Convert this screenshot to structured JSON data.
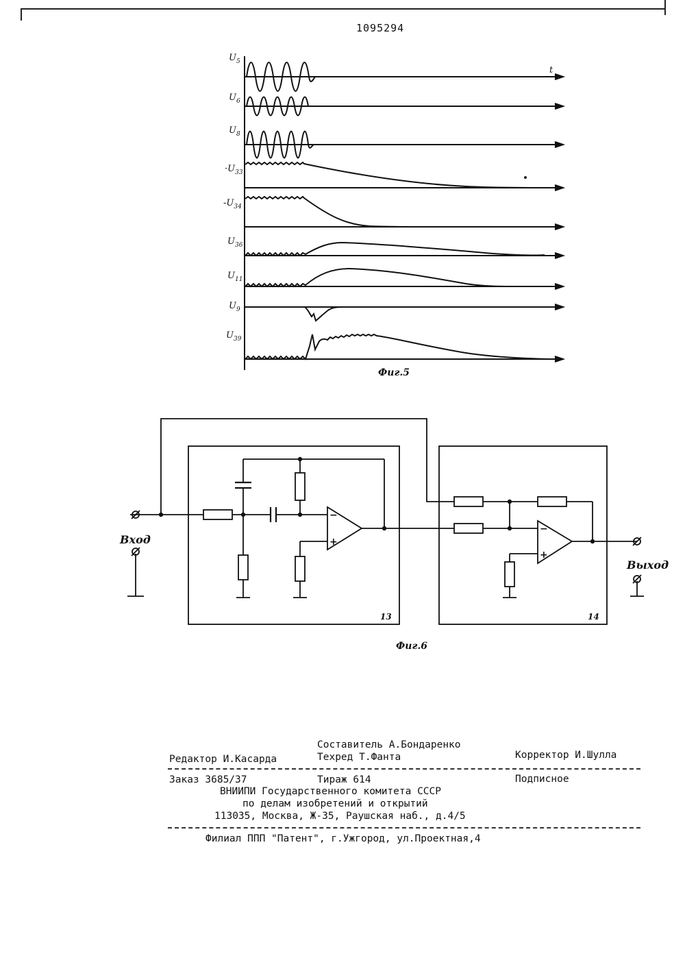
{
  "page": {
    "patent_number": "1095294"
  },
  "fig5": {
    "caption": "Фиг.5",
    "time_label": "t",
    "signals": [
      {
        "id": "U5",
        "name": "U",
        "sub": "5"
      },
      {
        "id": "U6",
        "name": "U",
        "sub": "6"
      },
      {
        "id": "U8",
        "name": "U",
        "sub": "8"
      },
      {
        "id": "U33",
        "name": "·U",
        "sub": "33"
      },
      {
        "id": "U34",
        "name": "-U",
        "sub": "34"
      },
      {
        "id": "U36",
        "name": "U",
        "sub": "36"
      },
      {
        "id": "U11",
        "name": "U",
        "sub": "11"
      },
      {
        "id": "U9",
        "name": "U",
        "sub": "9"
      },
      {
        "id": "U39",
        "name": "U",
        "sub": "39"
      }
    ]
  },
  "fig6": {
    "caption": "Фиг.6",
    "input_label": "Вход",
    "output_label": "Выход",
    "block_13": "13",
    "block_14": "14"
  },
  "imprint": {
    "compiler": "Составитель А.Бондаренко",
    "editor": "Редактор И.Касарда",
    "techred": "Техред Т.Фанта",
    "corrector": "Корректор И.Шулла",
    "order": "Заказ 3685/37",
    "circulation": "Тираж 614",
    "subscription": "Подписное",
    "org_line1": "ВНИИПИ Государственного комитета СССР",
    "org_line2": "по делам изобретений и открытий",
    "address": "113035, Москва, Ж-35, Раушская наб., д.4/5",
    "branch": "Филиал ППП \"Патент\", г.Ужгород, ул.Проектная,4"
  }
}
